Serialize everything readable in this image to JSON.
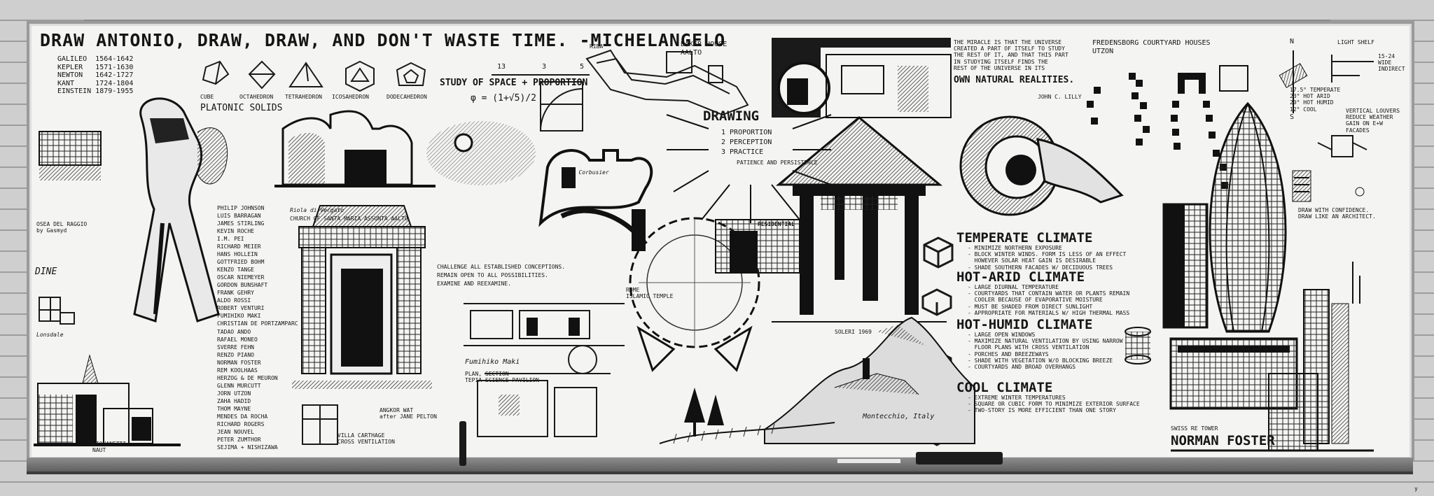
{
  "board": {
    "title": "DRAW ANTONIO, DRAW, DRAW, AND DON'T WASTE TIME. -MICHELANGELO",
    "timeline": "GALILEO  1564-1642\nKEPLER   1571-1630\nNEWTON   1642-1727\nKANT     1724-1804\nEINSTEIN 1879-1955",
    "solids": {
      "labels": [
        "CUBE",
        "OCTAHEDRON",
        "TETRAHEDRON",
        "ICOSAHEDRON",
        "DODECAHEDRON"
      ],
      "caption": "PLATONIC SOLIDS"
    },
    "study": "STUDY OF SPACE + PROPORTION",
    "phi": "φ = (1+√5)/2",
    "dims": [
      "13",
      "3",
      "5"
    ],
    "baker": "BAKER HOUSE\nAALTO",
    "riba": "RIBA",
    "church": "CHURCH OF SANTA MARIA ASSUNTA  AALTO",
    "church_small": "Riola di Vergato",
    "corbusier": "Le Corbusier",
    "drawing": {
      "title": "DRAWING",
      "items": [
        "1 PROPORTION",
        "2 PERCEPTION",
        "3 PRACTICE"
      ],
      "note": "PATIENCE AND PERSISTENCE"
    },
    "architects": "PHILIP JOHNSON\nLUIS BARRAGAN\nJAMES STIRLING\nKEVIN ROCHE\nI.M. PEI\nRICHARD MEIER\nHANS HOLLEIN\nGOTTFRIED BOHM\nKENZO TANGE\nOSCAR NIEMEYER\nGORDON BUNSHAFT\nFRANK GEHRY\nALDO ROSSI\nROBERT VENTURI\nFUMIHIKO MAKI\nCHRISTIAN DE PORTZAMPARC\nTADAO ANDO\nRAFAEL MONEO\nSVERRE FEHN\nRENZO PIANO\nNORMAN FOSTER\nREM KOOLHAAS\nHERZOG & DE MEURON\nGLENN MURCUTT\nJORN UTZON\nZAHA HADID\nTHOM MAYNE\nMENDES DA ROCHA\nRICHARD ROGERS\nJEAN NOUVEL\nPETER ZUMTHOR\nSEJIMA + NISHIZAWA",
    "challenge": "CHALLENGE ALL ESTABLISHED CONCEPTIONS.\nREMAIN OPEN TO ALL POSSIBILITIES.\nEXAMINE AND REEXAMINE.",
    "rome": "ROME\nISLAMIC TEMPLE",
    "residential": "RESIDENTIAL",
    "soleri": "SOLERI  1969",
    "maki": "Fumihiko Maki",
    "maki_caption": "PLAN, SECTION\nTEPIA SCIENCE PAVILION",
    "angkor": "ANGKOR WAT\nafter JANE PELTON",
    "villa": "VILLA CARTHAGE\nCROSS VENTILATION",
    "montecchio": "Montecchio, Italy",
    "osea": "OSEA DEL RAGGIO\nby Gasmyd",
    "dine": "DINE",
    "lonsdale": "Lonsdale",
    "giovanetti": "GIOVANETTI\nNAUT",
    "miracle": "THE MIRACLE IS THAT THE UNIVERSE\nCREATED A PART OF ITSELF TO STUDY\nTHE REST OF IT, AND THAT THIS PART\nIN STUDYING ITSELF FINDS THE\nREST OF THE UNIVERSE IN ITS",
    "miracle_big": "OWN NATURAL REALITIES.",
    "miracle_author": "JOHN C. LILLY",
    "fredensborg": "FREDENSBORG COURTYARD HOUSES\nUTZON",
    "compass": [
      "N",
      "S"
    ],
    "lightshelf": "LIGHT SHELF",
    "dims_right": "15-24\nWIDE\nINDIRECT",
    "temps": "17.5° TEMPERATE\n23° HOT ARID\n20° HOT HUMID\n12° COOL",
    "louvers": "VERTICAL LOUVERS\nREDUCE WEATHER\nGAIN ON E+W\nFACADES",
    "confidence": "DRAW WITH CONFIDENCE.\nDRAW LIKE AN ARCHITECT.",
    "climates": [
      {
        "name": "TEMPERATE CLIMATE",
        "notes": "- MINIMIZE NORTHERN EXPOSURE\n- BLOCK WINTER WINDS. FORM IS LESS OF AN EFFECT\n  HOWEVER SOLAR HEAT GAIN IS DESIRABLE\n- SHADE SOUTHERN FACADES W/ DECIDUOUS TREES"
      },
      {
        "name": "HOT-ARID CLIMATE",
        "notes": "- LARGE DIURNAL TEMPERATURE\n- COURTYARDS THAT CONTAIN WATER OR PLANTS REMAIN\n  COOLER BECAUSE OF EVAPORATIVE MOISTURE\n- MUST BE SHADED FROM DIRECT SUNLIGHT\n- APPROPRIATE FOR MATERIALS W/ HIGH THERMAL MASS"
      },
      {
        "name": "HOT-HUMID CLIMATE",
        "notes": "- LARGE OPEN WINDOWS\n- MAXIMIZE NATURAL VENTILATION BY USING NARROW\n  FLOOR PLANS WITH CROSS VENTILATION\n- PORCHES AND BREEZEWAYS\n- SHADE WITH VEGETATION W/O BLOCKING BREEZE\n- COURTYARDS AND BROAD OVERHANGS"
      },
      {
        "name": "COOL CLIMATE",
        "notes": "- EXTREME WINTER TEMPERATURES\n- SQUARE OR CUBIC FORM TO MINIMIZE EXTERIOR SURFACE\n- TWO-STORY IS MORE EFFICIENT THAN ONE STORY"
      }
    ],
    "swiss": "SWISS RE TOWER",
    "foster": "NORMAN FOSTER",
    "corner": "y"
  }
}
